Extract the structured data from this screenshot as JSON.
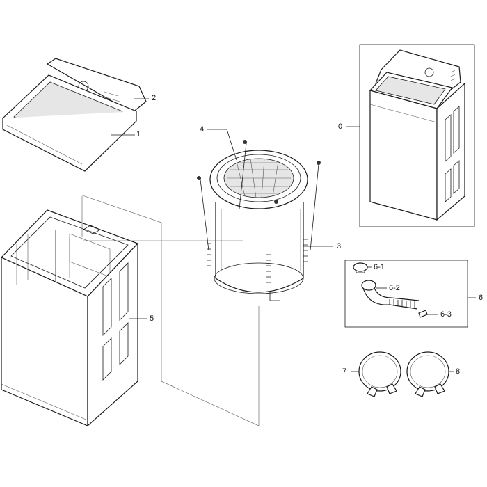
{
  "callouts": {
    "top_cover_assembly": "1",
    "control_panel": "2",
    "tub_assembly": "3",
    "basket": "4",
    "cabinet": "5",
    "drain_hose_group": "6",
    "hose_clamp": "6-1",
    "drain_elbow": "6-2",
    "clip": "6-3",
    "inlet_hose_left": "7",
    "inlet_hose_right": "8",
    "complete_unit": "0"
  }
}
